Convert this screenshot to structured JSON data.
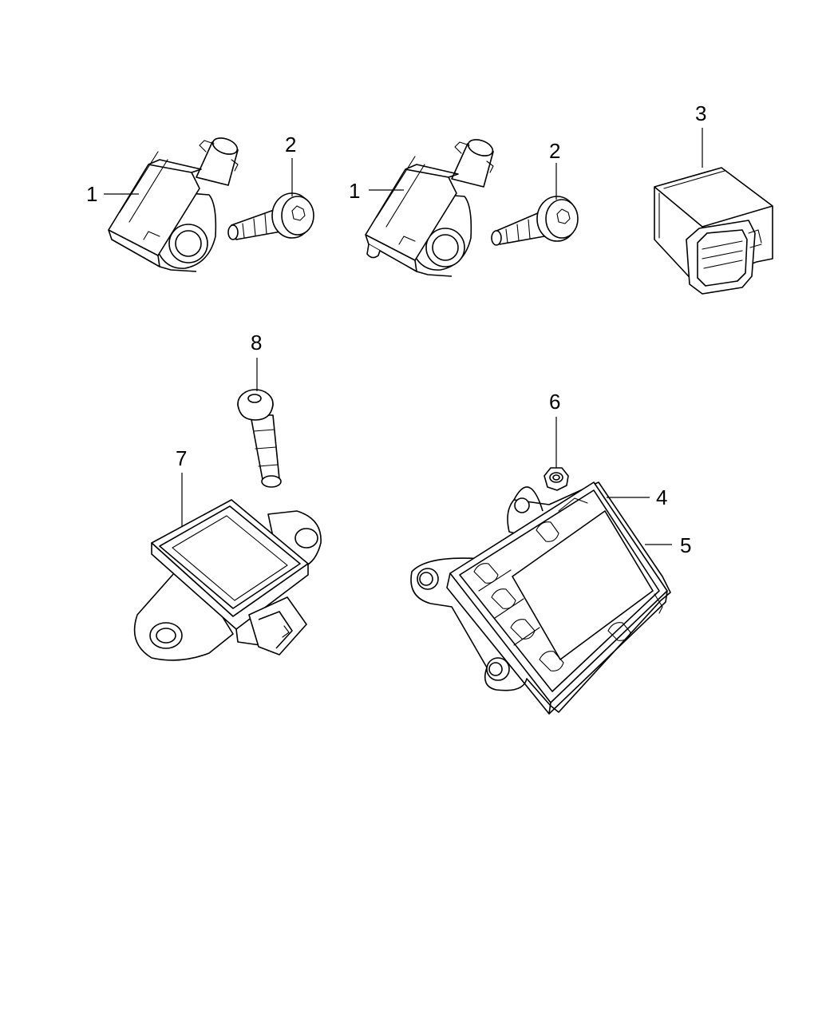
{
  "callouts": {
    "c1a": "1",
    "c2a": "2",
    "c1b": "1",
    "c2b": "2",
    "c3": "3",
    "c8": "8",
    "c7": "7",
    "c6": "6",
    "c4": "4",
    "c5": "5"
  }
}
